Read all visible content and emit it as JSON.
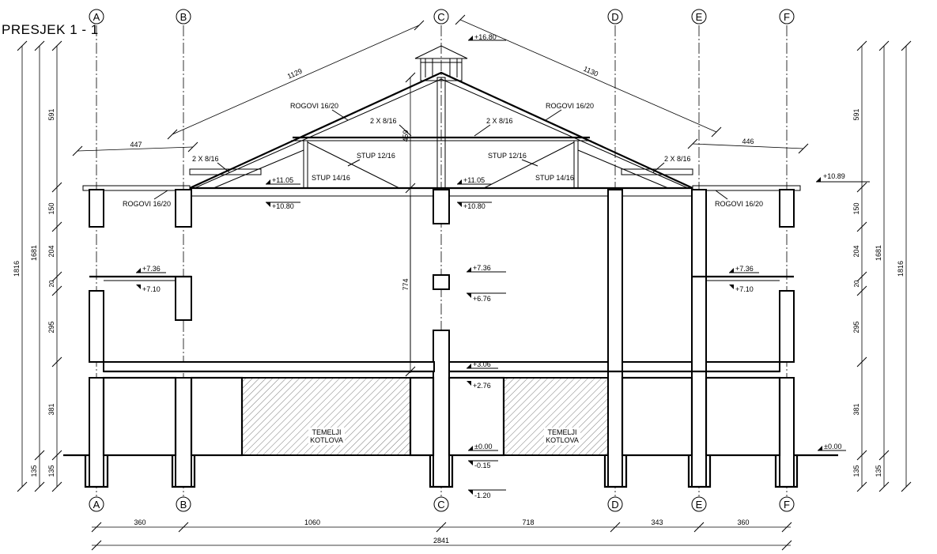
{
  "title": "PRESJEK 1 - 1",
  "axes": [
    "A",
    "B",
    "C",
    "D",
    "E",
    "F"
  ],
  "bottom_dims": {
    "spans": [
      "360",
      "1060",
      "718",
      "343",
      "360"
    ],
    "total": "2841"
  },
  "left_dims": {
    "outer": "1816",
    "mid": "1681",
    "inner": [
      "135",
      "381",
      "295",
      "20",
      "204",
      "150",
      "591"
    ]
  },
  "right_dims": {
    "outer": "1816",
    "mid": "1681",
    "inner": [
      "135",
      "381",
      "295",
      "20",
      "204",
      "150",
      "591"
    ]
  },
  "roof_dims": {
    "left_slope": "1129",
    "right_slope": "1130",
    "left_eave": "447",
    "right_eave": "446",
    "ridge_height": "459",
    "interior_height": "774"
  },
  "levels": {
    "top": "+16.80",
    "eave_r": "+10.89",
    "attic_l": "+11.05",
    "attic_l_low": "+10.80",
    "attic_r": "+11.05",
    "attic_r_low": "+10.80",
    "fl2_l_top": "+7.36",
    "fl2_l_low": "+7.10",
    "fl2_c_top": "+7.36",
    "fl2_c_low": "+6.76",
    "fl2_r_top": "+7.36",
    "fl2_r_low": "+7.10",
    "fl1_top": "+3.06",
    "fl1_low": "+2.76",
    "ground_c": "±0.00",
    "ground_r": "±0.00",
    "found_1": "-0.15",
    "found_2": "-1.20"
  },
  "labels": {
    "rogovi_l": "ROGOVI 16/20",
    "rogovi_r": "ROGOVI 16/20",
    "rogovi_eave_l": "ROGOVI 16/20",
    "rogovi_eave_r": "ROGOVI 16/20",
    "tie_l": "2 X 8/16",
    "tie_r": "2 X 8/16",
    "tie_low_l": "2 X 8/16",
    "tie_low_r": "2 X 8/16",
    "stup12_l": "STUP 12/16",
    "stup14_l": "STUP 14/16",
    "stup12_r": "STUP 12/16",
    "stup14_r": "STUP 14/16",
    "temelji_1": "TEMELJI",
    "kotlova_1": "KOTLOVA",
    "temelji_2": "TEMELJI",
    "kotlova_2": "KOTLOVA"
  }
}
